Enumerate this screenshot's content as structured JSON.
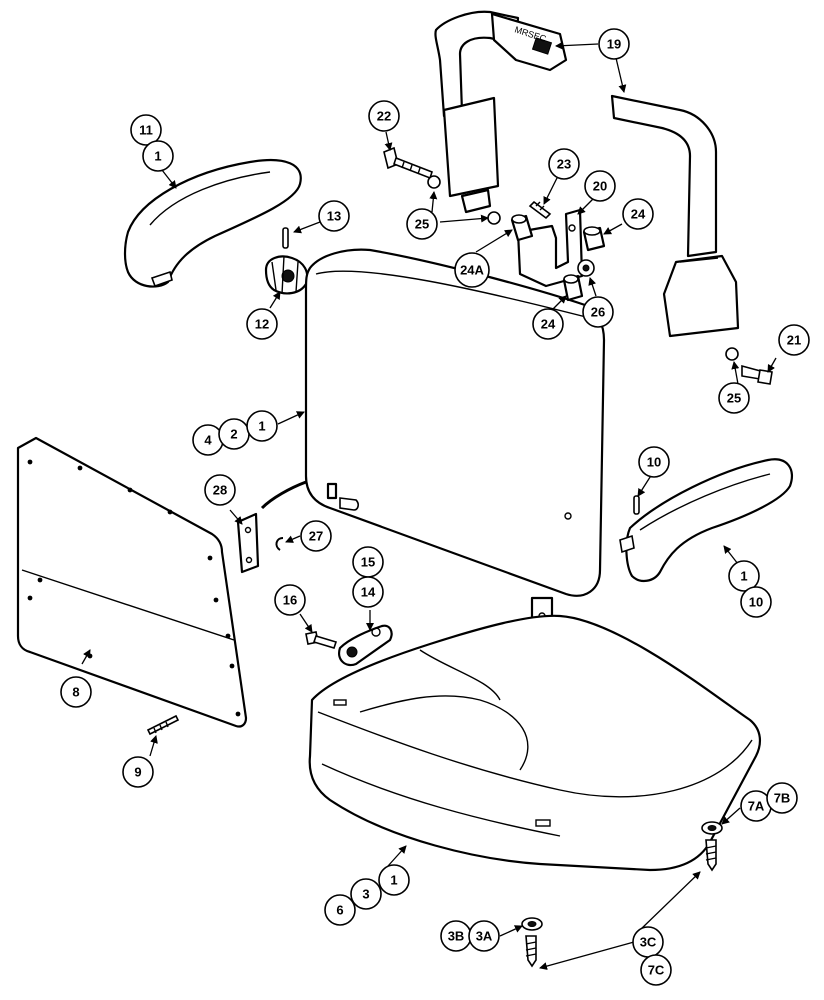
{
  "callouts": {
    "c1_armL_top": "11",
    "c1_armL_bot": "1",
    "c13": "13",
    "c12": "12",
    "c22": "22",
    "c25a": "25",
    "c25b": "25",
    "c19": "19",
    "c23": "23",
    "c20": "20",
    "c24a": "24",
    "c24A": "24A",
    "c24b": "24",
    "c26": "26",
    "c21": "21",
    "c4": "4",
    "c2": "2",
    "c1_back": "1",
    "c28": "28",
    "c27": "27",
    "c10_top": "10",
    "c1_armR": "1",
    "c10_bot": "10",
    "c15": "15",
    "c14": "14",
    "c16": "16",
    "c8": "8",
    "c9": "9",
    "c7A": "7A",
    "c7B": "7B",
    "c1_seat": "1",
    "c3": "3",
    "c6": "6",
    "c3B": "3B",
    "c3A": "3A",
    "c3C": "3C",
    "c7C": "7C"
  },
  "belt_text": "MRSEC"
}
